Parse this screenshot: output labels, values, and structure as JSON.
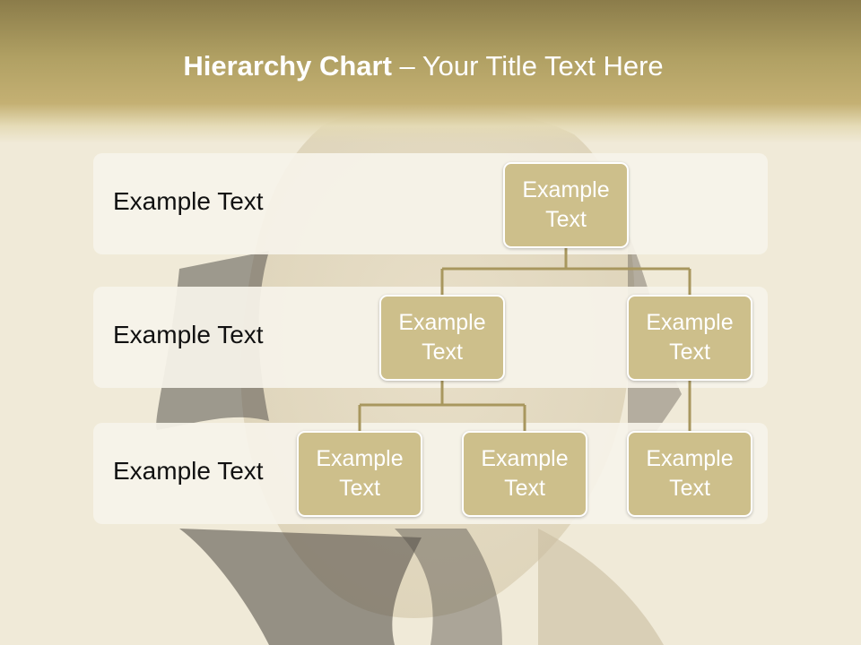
{
  "title": {
    "bold": "Hierarchy Chart",
    "dash": " – ",
    "rest": "Your Title Text Here"
  },
  "levels": [
    {
      "label": "Example Text"
    },
    {
      "label": "Example Text"
    },
    {
      "label": "Example Text"
    }
  ],
  "nodes": {
    "root": "Example Text",
    "l2_left": "Example Text",
    "l2_right": "Example Text",
    "l3_a": "Example Text",
    "l3_b": "Example Text",
    "l3_c": "Example Text"
  },
  "colors": {
    "header": "#b0a063",
    "node_fill": "#cdbf8b",
    "connector": "#a8975e",
    "band": "#f6f3e9"
  }
}
